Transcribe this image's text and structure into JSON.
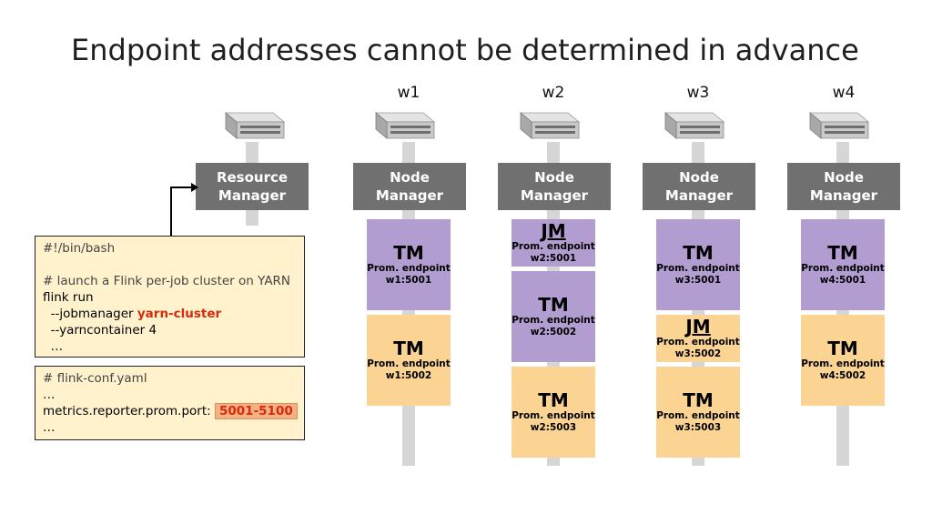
{
  "title": "Endpoint addresses cannot be determined in advance",
  "workers": [
    "w1",
    "w2",
    "w3",
    "w4"
  ],
  "resource_manager": {
    "line1": "Resource",
    "line2": "Manager"
  },
  "node_manager": {
    "line1": "Node",
    "line2": "Manager"
  },
  "columns": [
    {
      "boxes": [
        {
          "role": "TM",
          "sub1": "Prom. endpoint",
          "sub2": "w1:5001"
        },
        {
          "role": "TM",
          "sub1": "Prom. endpoint",
          "sub2": "w1:5002"
        }
      ]
    },
    {
      "boxes": [
        {
          "role": "JM",
          "sub1": "Prom. endpoint",
          "sub2": "w2:5001"
        },
        {
          "role": "TM",
          "sub1": "Prom. endpoint",
          "sub2": "w2:5002"
        },
        {
          "role": "TM",
          "sub1": "Prom. endpoint",
          "sub2": "w2:5003"
        }
      ]
    },
    {
      "boxes": [
        {
          "role": "TM",
          "sub1": "Prom. endpoint",
          "sub2": "w3:5001"
        },
        {
          "role": "JM",
          "sub1": "Prom. endpoint",
          "sub2": "w3:5002"
        },
        {
          "role": "TM",
          "sub1": "Prom. endpoint",
          "sub2": "w3:5003"
        }
      ]
    },
    {
      "boxes": [
        {
          "role": "TM",
          "sub1": "Prom. endpoint",
          "sub2": "w4:5001"
        },
        {
          "role": "TM",
          "sub1": "Prom. endpoint",
          "sub2": "w4:5002"
        }
      ]
    }
  ],
  "script_box": {
    "shebang": "#!/bin/bash",
    "comment": "# launch a Flink per-job cluster on YARN",
    "cmd": "flink run",
    "opt1_prefix": "  --jobmanager ",
    "opt1_value": "yarn-cluster",
    "opt2": "  --yarncontainer 4",
    "ellipsis": "  …"
  },
  "conf_box": {
    "comment": "# flink-conf.yaml",
    "ellipsis1": "…",
    "key": "metrics.reporter.prom.port: ",
    "value": "5001-5100",
    "ellipsis2": "…"
  },
  "colors": {
    "tm_purple": "#b29dd0",
    "tm_orange": "#fbd494",
    "manager_gray": "#707070",
    "code_bg": "#fff2cc",
    "highlight_red": "#d62a0f",
    "highlight_bg": "#f4b183"
  }
}
